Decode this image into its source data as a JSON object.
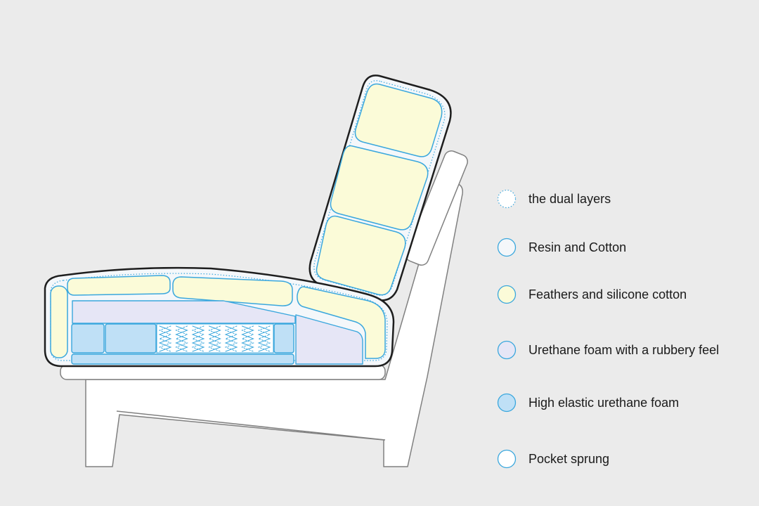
{
  "colors": {
    "background": "#ebebeb",
    "frame_fill": "#ffffff",
    "frame_stroke": "#808080",
    "outline": "#1e1e1e",
    "layer_stroke": "#3aa7dd",
    "feathers_fill": "#fbfbd8",
    "urethane_rubbery_fill": "#e6e6f6",
    "high_elastic_fill": "#bfe0f6",
    "resin_cotton_fill": "#f4f7fa",
    "pocket_sprung_fill": "#ffffff"
  },
  "legend": [
    {
      "key": "dual_layers",
      "label": "the dual layers",
      "swatch": "dotted"
    },
    {
      "key": "resin_cotton",
      "label": "Resin and Cotton",
      "swatch": "resin_cotton_fill"
    },
    {
      "key": "feathers",
      "label": "Feathers and silicone cotton",
      "swatch": "feathers_fill"
    },
    {
      "key": "urethane_rubbery",
      "label": "Urethane foam with a rubbery feel",
      "swatch": "urethane_rubbery_fill"
    },
    {
      "key": "high_elastic",
      "label": "High elastic urethane foam",
      "swatch": "high_elastic_fill"
    },
    {
      "key": "pocket_sprung",
      "label": "Pocket sprung",
      "swatch": "pocket_sprung_fill"
    }
  ]
}
